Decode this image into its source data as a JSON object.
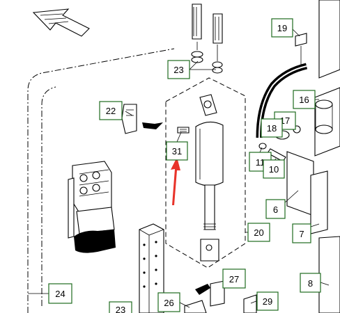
{
  "figure": {
    "callouts": [
      {
        "id": "c19",
        "label": "19"
      },
      {
        "id": "c23a",
        "label": "23"
      },
      {
        "id": "c16",
        "label": "16"
      },
      {
        "id": "c22",
        "label": "22"
      },
      {
        "id": "c17",
        "label": "17"
      },
      {
        "id": "c18",
        "label": "18"
      },
      {
        "id": "c31",
        "label": "31"
      },
      {
        "id": "c11",
        "label": "11"
      },
      {
        "id": "c10",
        "label": "10"
      },
      {
        "id": "c6",
        "label": "6"
      },
      {
        "id": "c20",
        "label": "20"
      },
      {
        "id": "c7",
        "label": "7"
      },
      {
        "id": "c27",
        "label": "27"
      },
      {
        "id": "c8",
        "label": "8"
      },
      {
        "id": "c24",
        "label": "24"
      },
      {
        "id": "c23b",
        "label": "23"
      },
      {
        "id": "c26",
        "label": "26"
      },
      {
        "id": "c29",
        "label": "29"
      }
    ],
    "colors": {
      "callout_border": "#1e6b1e",
      "arrow_highlight": "#e8332a",
      "line": "#000000"
    },
    "icons": [
      "direction-arrow-icon"
    ]
  }
}
